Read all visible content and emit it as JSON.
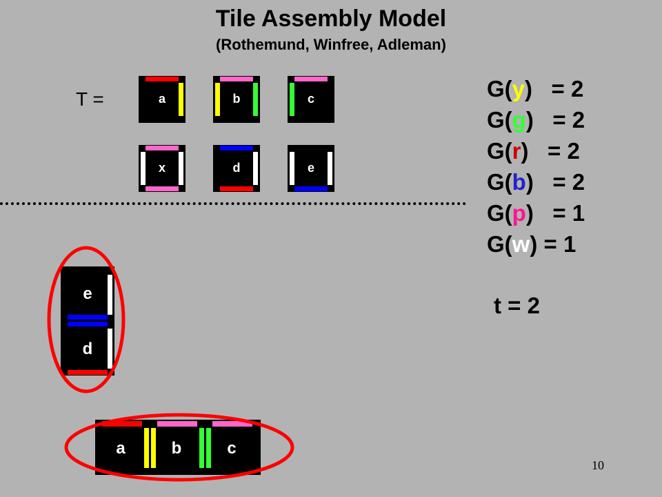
{
  "title": "Tile Assembly Model",
  "subtitle": "(Rothemund, Winfree, Adleman)",
  "tileset_label": "T =",
  "colors": {
    "red": "#ff0000",
    "yellow": "#ffff00",
    "green": "#33ff33",
    "pink": "#ff66cc",
    "blue": "#0000ff",
    "white": "#ffffff",
    "tile": "#000000",
    "background": "#b3b3b3"
  },
  "tiles": [
    {
      "label": "a",
      "north": "red",
      "east": "yellow",
      "south": null,
      "west": null
    },
    {
      "label": "b",
      "north": "pink",
      "east": "green",
      "south": null,
      "west": "yellow"
    },
    {
      "label": "c",
      "north": "pink",
      "east": null,
      "south": null,
      "west": "green"
    },
    {
      "label": "x",
      "north": "pink",
      "east": "white",
      "south": "pink",
      "west": "white"
    },
    {
      "label": "d",
      "north": "blue",
      "east": "white",
      "south": "red",
      "west": null
    },
    {
      "label": "e",
      "north": null,
      "east": "white",
      "south": "blue",
      "west": "white"
    }
  ],
  "glue_strengths": [
    {
      "prefix": "G(",
      "glue": "y",
      "color": "#ffff00",
      "suffix": ")   = 2"
    },
    {
      "prefix": "G(",
      "glue": "g",
      "color": "#33ff33",
      "suffix": ")   = 2"
    },
    {
      "prefix": "G(",
      "glue": "r",
      "color": "#cc0000",
      "suffix": ")   = 2"
    },
    {
      "prefix": "G(",
      "glue": "b",
      "color": "#2222cc",
      "suffix": ")   = 2"
    },
    {
      "prefix": "G(",
      "glue": "p",
      "color": "#ff1493",
      "suffix": ")   = 1"
    },
    {
      "prefix": "G(",
      "glue": "w",
      "color": "#ffffff",
      "suffix": ") = 1"
    }
  ],
  "temperature": "t = 2",
  "vertical_assembly": {
    "top_label": "e",
    "bottom_label": "d"
  },
  "horizontal_assembly": {
    "labels": [
      "a",
      "b",
      "c"
    ]
  },
  "slide_number": "10"
}
